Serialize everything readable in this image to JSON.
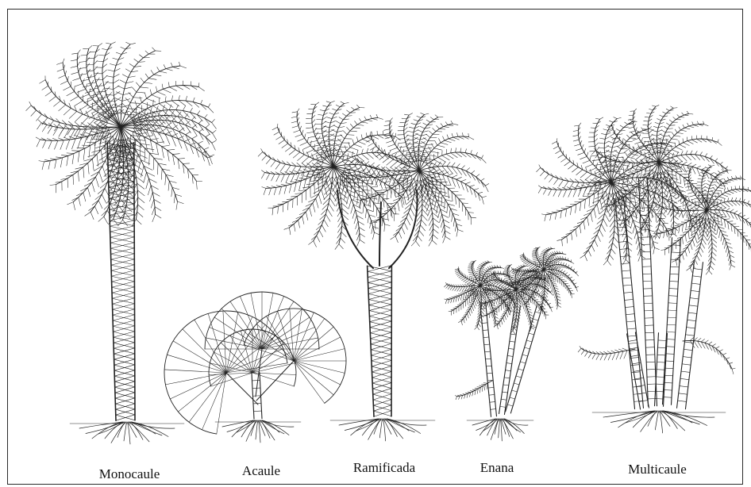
{
  "figure": {
    "palm_types": [
      {
        "id": "monocaule",
        "label": "Monocaule",
        "icon": "single-trunk-palm-icon"
      },
      {
        "id": "acaule",
        "label": "Acaule",
        "icon": "stemless-fan-palm-icon"
      },
      {
        "id": "ramificada",
        "label": "Ramificada",
        "icon": "branched-palm-icon"
      },
      {
        "id": "enana",
        "label": "Enana",
        "icon": "dwarf-palm-icon"
      },
      {
        "id": "multicaule",
        "label": "Multicaule",
        "icon": "multi-trunk-palm-icon"
      }
    ]
  }
}
